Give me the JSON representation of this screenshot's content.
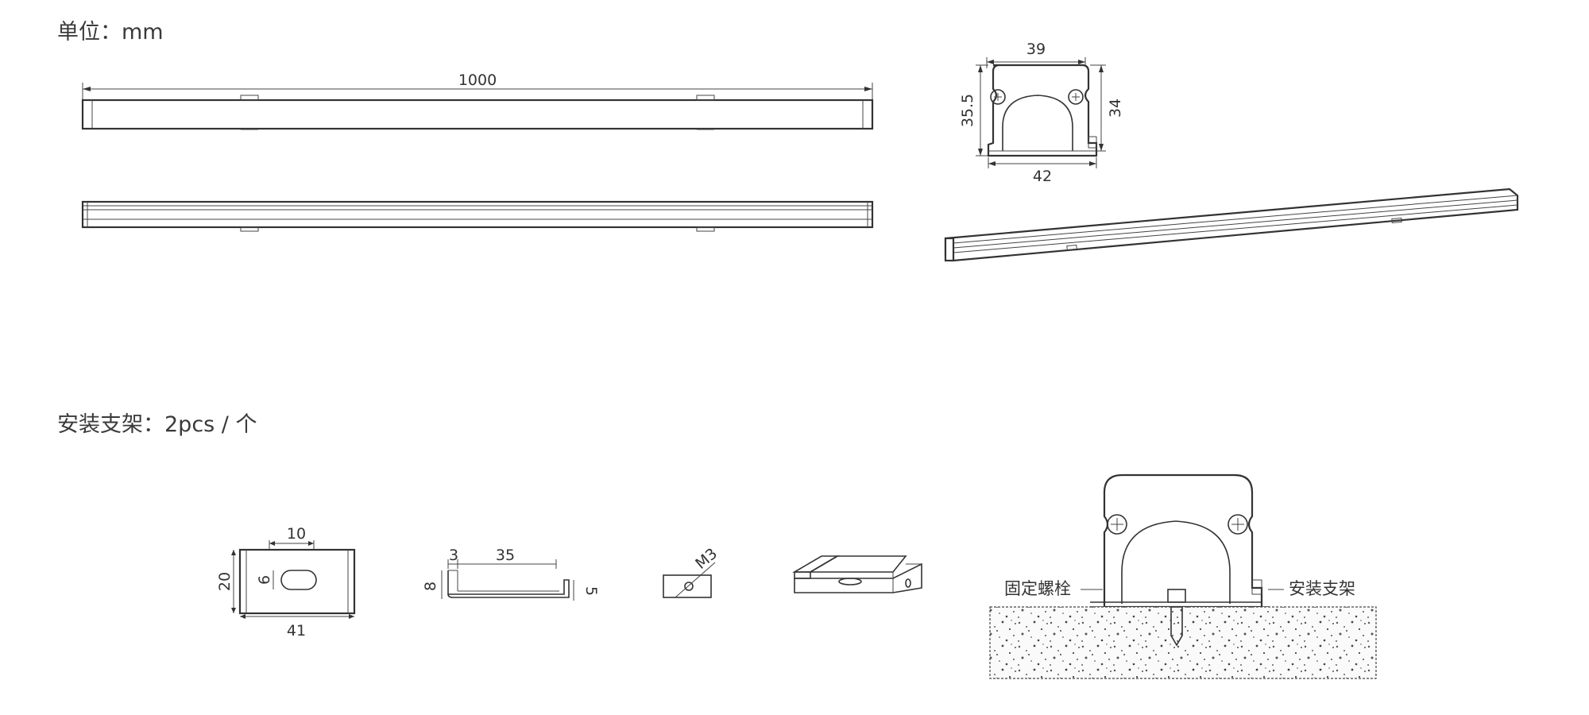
{
  "headings": {
    "unit": "单位：mm",
    "bracket": "安装支架：2pcs / 个"
  },
  "dimensions": {
    "length": "1000",
    "profile_top_width": "39",
    "profile_left_height": "35.5",
    "profile_right_height": "34",
    "profile_bottom_width": "42",
    "bracket_slot_width": "10",
    "bracket_height": "20",
    "bracket_slot_height": "6",
    "bracket_width": "41",
    "side_lip": "3",
    "side_length": "35",
    "side_height_left": "8",
    "side_height_right": "5",
    "screw_size": "M3"
  },
  "callouts": {
    "fixing_bolt": "固定螺栓",
    "mounting_bracket": "安装支架"
  }
}
